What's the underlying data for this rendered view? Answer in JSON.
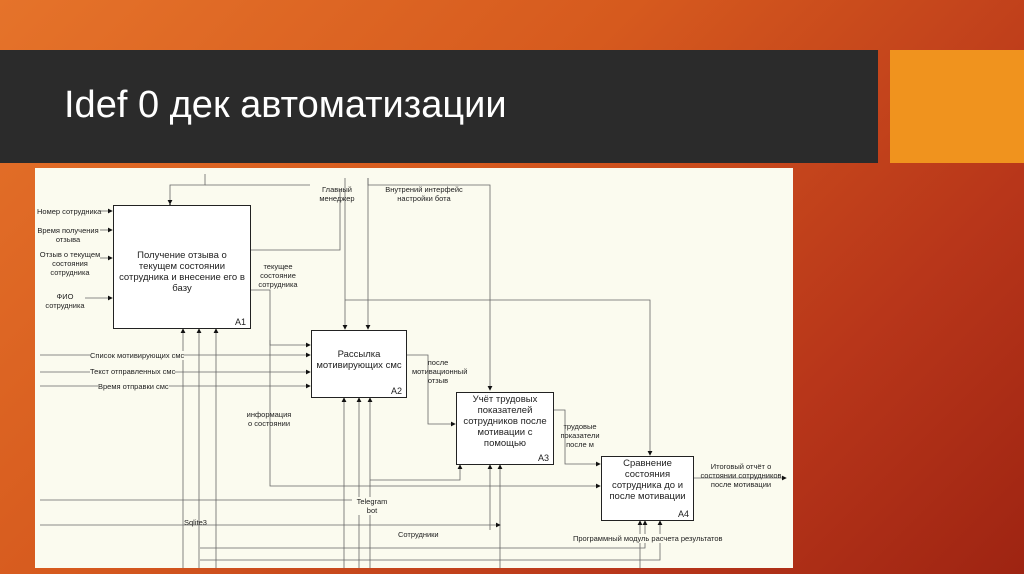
{
  "slide": {
    "title": "Idef 0 дек автоматизации"
  },
  "diagram": {
    "boxes": [
      {
        "id": "A1",
        "text": "Получение отзыва о текущем состоянии сотрудника и внесение его в базу"
      },
      {
        "id": "A2",
        "text": "Рассылка мотивирующих смс"
      },
      {
        "id": "A3",
        "text": "Учёт трудовых показателей сотрудников после мотивации с помощью"
      },
      {
        "id": "A4",
        "text": "Сравнение состояния сотрудника до и после мотивации"
      }
    ],
    "labels": {
      "nomer": "Номер сотрудника",
      "vremya": "Время получения отзыва",
      "otzyv": "Отзыв о текущем состояния сотрудника",
      "fio": "ФИО сотрудника",
      "glavny": "Главный менеджер",
      "interface": "Внутрений интерфейс настройки бота",
      "tekushee": "текущее состояние сотрудника",
      "spisok": "Список мотивирующих смс",
      "tekst": "Текст отправленных смс",
      "vremya_sms": "Время отправки смс",
      "posle": "после мотивационный отзыв",
      "info": "информация о состоянии",
      "trudovye": "трудовые показатели после м",
      "itog": "Итоговый отчёт о состоянии сотрудников после мотивации",
      "telegram": "Telegram bot",
      "sqlite": "Sqlite3",
      "sotrudniki": "Сотрудники",
      "modul": "Программный модуль расчета результатов"
    }
  }
}
